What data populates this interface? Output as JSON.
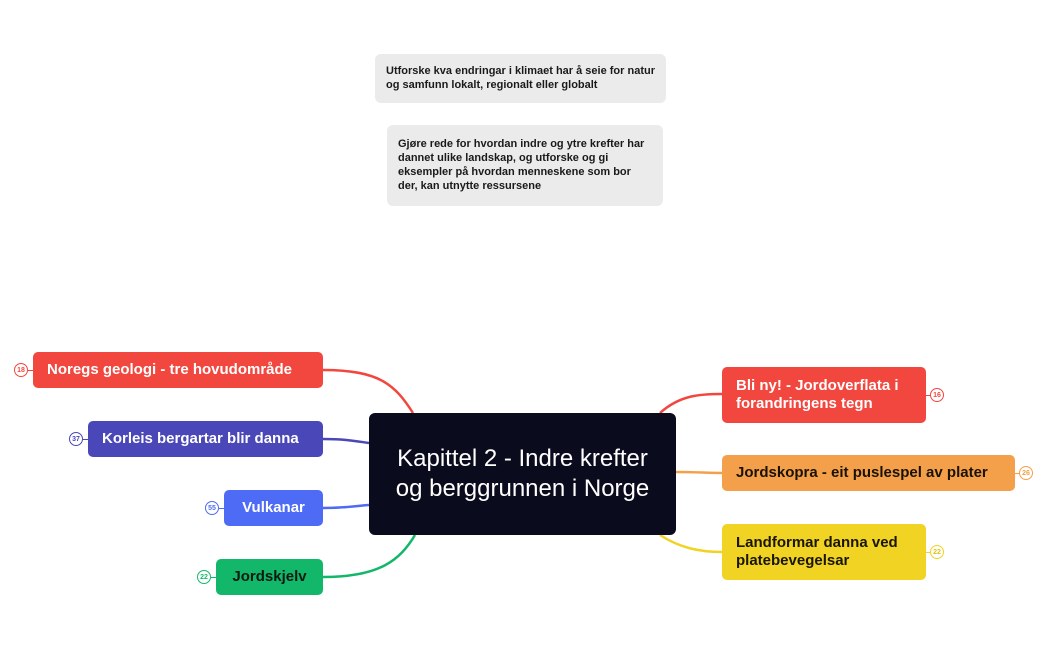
{
  "notes": [
    {
      "text": "Utforske kva endringar i klimaet har å seie for natur og samfunn lokalt, regionalt eller globalt"
    },
    {
      "text": "Gjøre rede for hvordan indre og ytre krefter har dannet ulike landskap, og utforske og gi eksempler på hvordan menneskene som bor der, kan utnytte ressursene"
    }
  ],
  "central": {
    "title": "Kapittel 2 - Indre krefter og berggrunnen i Norge"
  },
  "left_branches": [
    {
      "label": "Noregs geologi - tre hovudområde",
      "count": "18",
      "color": "#f2473f"
    },
    {
      "label": "Korleis bergartar blir danna",
      "count": "37",
      "color": "#4a47b8"
    },
    {
      "label": "Vulkanar",
      "count": "55",
      "color": "#4d6bf5"
    },
    {
      "label": "Jordskjelv",
      "count": "22",
      "color": "#13b76a"
    }
  ],
  "right_branches": [
    {
      "label": "Bli ny! - Jordoverflata i forandringens tegn",
      "count": "16",
      "color": "#f2473f"
    },
    {
      "label": "Jordskopra - eit puslespel av plater",
      "count": "26",
      "color": "#f4a04a"
    },
    {
      "label": "Landformar danna ved platebevegelsar",
      "count": "22",
      "color": "#f0d323"
    }
  ]
}
